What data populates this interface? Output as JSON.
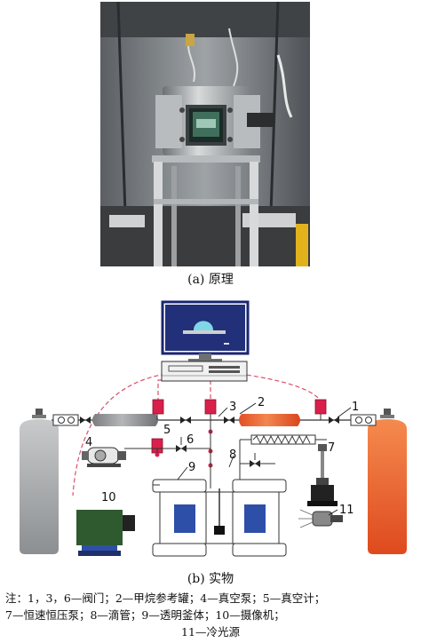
{
  "captions": {
    "a": "(a) 原理",
    "b": "(b) 实物"
  },
  "labels": [
    "1",
    "2",
    "3",
    "4",
    "5",
    "6",
    "7",
    "8",
    "9",
    "10",
    "11"
  ],
  "note": {
    "line1": "注：1，3，6—阀门；2—甲烷参考罐；4—真空泵；5—真空计；",
    "line2": "7—恒速恒压泵；8—滴管；9—透明釜体；10—摄像机；",
    "line3": "11—冷光源"
  },
  "colors": {
    "gas_cylinder_left": "#8a8c8f",
    "gas_cylinder_right": "#e8542a",
    "reference_tank": "#ef6a2c",
    "vacuum_gauge": "#d8204b",
    "camera": "#2f5a2f",
    "window_blue": "#2e4fa8",
    "signal_line": "#d9506a"
  }
}
